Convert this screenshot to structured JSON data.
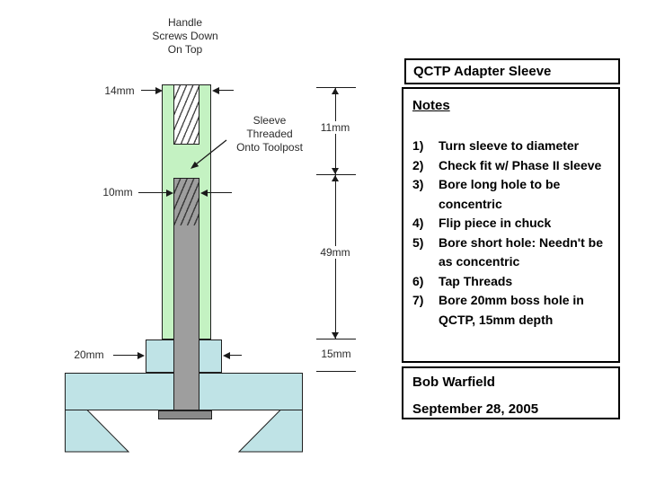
{
  "colors": {
    "sleeve_green": "#c4f2c2",
    "toolpost_blue": "#bfe3e6",
    "rod_gray": "#9e9e9e",
    "flange_gray": "#8a8a8a"
  },
  "diagram": {
    "handle_label": "Handle\nScrews Down\nOn Top",
    "sleeve_label": "Sleeve\nThreaded\nOnto Toolpost",
    "dims": {
      "sleeve_od": "14mm",
      "thread_minor": "10mm",
      "boss": "20mm",
      "top_section": "11mm",
      "mid_section": "49mm",
      "boss_depth": "15mm"
    }
  },
  "panel": {
    "title": "QCTP Adapter Sleeve",
    "notes_heading": "Notes",
    "notes": [
      {
        "num": "1)",
        "text": "Turn sleeve to diameter"
      },
      {
        "num": "2)",
        "text": "Check fit w/ Phase II sleeve"
      },
      {
        "num": "3)",
        "text": "Bore long hole to be concentric"
      },
      {
        "num": "4)",
        "text": "Flip piece in chuck"
      },
      {
        "num": "5)",
        "text": "Bore short hole: Needn't be as concentric"
      },
      {
        "num": "6)",
        "text": "Tap Threads"
      },
      {
        "num": "7)",
        "text": "Bore 20mm boss hole in QCTP, 15mm depth"
      }
    ],
    "author": "Bob Warfield",
    "date": "September 28, 2005"
  }
}
